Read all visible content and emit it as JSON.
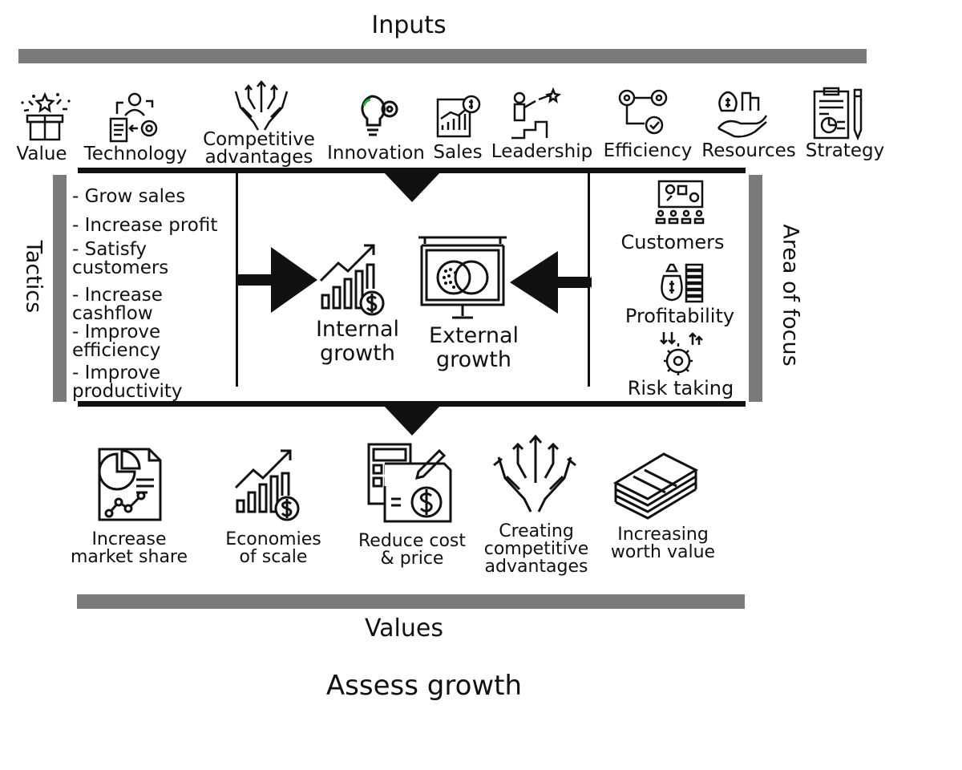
{
  "inputs": {
    "title": "Inputs",
    "items": [
      {
        "label": "Value",
        "icon": "gift-box-icon"
      },
      {
        "label": "Technology",
        "icon": "technology-person-gear-icon"
      },
      {
        "label": "Competitive advantages",
        "icon": "hands-arrows-icon"
      },
      {
        "label": "Innovation",
        "icon": "lightbulb-gear-icon"
      },
      {
        "label": "Sales",
        "icon": "sales-chart-icon"
      },
      {
        "label": "Leadership",
        "icon": "leader-stairs-icon"
      },
      {
        "label": "Efficiency",
        "icon": "gears-check-icon"
      },
      {
        "label": "Resources",
        "icon": "hand-money-buildings-icon"
      },
      {
        "label": "Strategy",
        "icon": "clipboard-pen-icon"
      }
    ]
  },
  "tactics": {
    "title": "Tactics",
    "items": [
      "- Grow sales",
      "- Increase profit",
      "- Satisfy customers",
      "- Increase cashflow",
      "- Improve efficiency",
      "- Improve productivity"
    ]
  },
  "center": {
    "internal": "Internal growth",
    "external": "External growth"
  },
  "area_of_focus": {
    "title": "Area of focus",
    "items": [
      {
        "label": "Customers",
        "icon": "customers-board-icon"
      },
      {
        "label": "Profitability",
        "icon": "money-bag-coins-icon"
      },
      {
        "label": "Risk taking",
        "icon": "gear-arrows-icon"
      }
    ]
  },
  "values": {
    "title": "Values",
    "items": [
      {
        "label": "Increase market share",
        "icon": "report-pie-chart-icon"
      },
      {
        "label": "Economies of scale",
        "icon": "growth-chart-dollar-icon"
      },
      {
        "label": "Reduce cost & price",
        "icon": "calculator-dollar-icon"
      },
      {
        "label": "Creating competitive advantages",
        "icon": "hands-arrows-icon"
      },
      {
        "label": "Increasing worth value",
        "icon": "money-stack-icon"
      }
    ]
  },
  "footer": {
    "title": "Assess growth"
  }
}
